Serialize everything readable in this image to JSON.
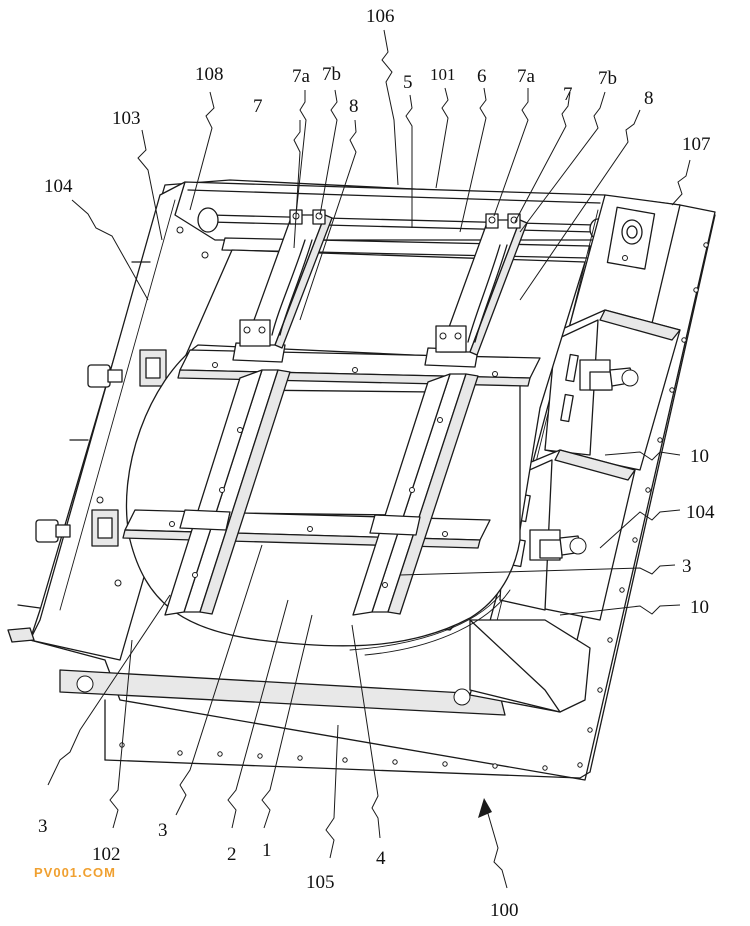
{
  "labels": {
    "l106": "106",
    "l108": "108",
    "l7a_left": "7a",
    "l7b_left": "7b",
    "l5": "5",
    "l101": "101",
    "l6": "6",
    "l7a_right": "7a",
    "l7_right": "7",
    "l7b_right": "7b",
    "l8_right": "8",
    "l103": "103",
    "l7_left": "7",
    "l8_left": "8",
    "l107": "107",
    "l104_left": "104",
    "l10_upper": "10",
    "l104_right": "104",
    "l3_right": "3",
    "l10_lower": "10",
    "l3_bottom_left": "3",
    "l102": "102",
    "l3_bottom_mid": "3",
    "l2": "2",
    "l1": "1",
    "l4": "4",
    "l105": "105",
    "l100": "100"
  },
  "watermark": {
    "text": "PV001.COM",
    "color": "#f0a030"
  },
  "colors": {
    "line": "#1a1a1a",
    "background": "#ffffff"
  }
}
